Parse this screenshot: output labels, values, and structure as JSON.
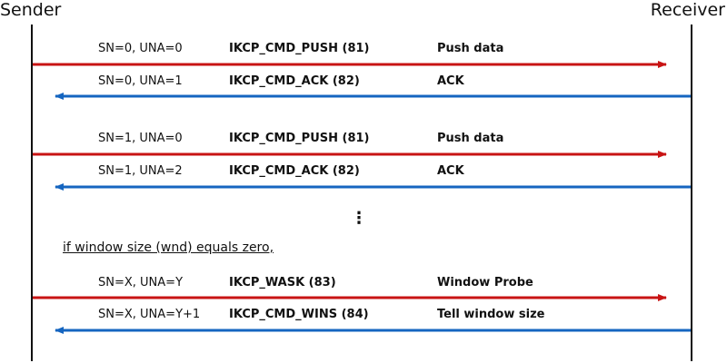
{
  "participants": {
    "sender": "Sender",
    "receiver": "Receiver"
  },
  "colors": {
    "send_arrow": "#c81414",
    "reply_arrow": "#1565c0",
    "lifeline": "#111111"
  },
  "messages": [
    {
      "direction": "sender-to-receiver",
      "seq": "SN=0, UNA=0",
      "cmd": "IKCP_CMD_PUSH (81)",
      "desc": "Push data"
    },
    {
      "direction": "receiver-to-sender",
      "seq": "SN=0, UNA=1",
      "cmd": "IKCP_CMD_ACK (82)",
      "desc": "ACK"
    },
    {
      "direction": "sender-to-receiver",
      "seq": "SN=1, UNA=0",
      "cmd": "IKCP_CMD_PUSH (81)",
      "desc": "Push data"
    },
    {
      "direction": "receiver-to-sender",
      "seq": "SN=1, UNA=2",
      "cmd": "IKCP_CMD_ACK (82)",
      "desc": "ACK"
    },
    {
      "direction": "sender-to-receiver",
      "seq": "SN=X, UNA=Y",
      "cmd": "IKCP_WASK (83)",
      "desc": "Window Probe"
    },
    {
      "direction": "receiver-to-sender",
      "seq": "SN=X, UNA=Y+1",
      "cmd": "IKCP_CMD_WINS (84)",
      "desc": "Tell window size"
    }
  ],
  "ellipsis": "⋮",
  "note": "if window size (wnd) equals zero,"
}
